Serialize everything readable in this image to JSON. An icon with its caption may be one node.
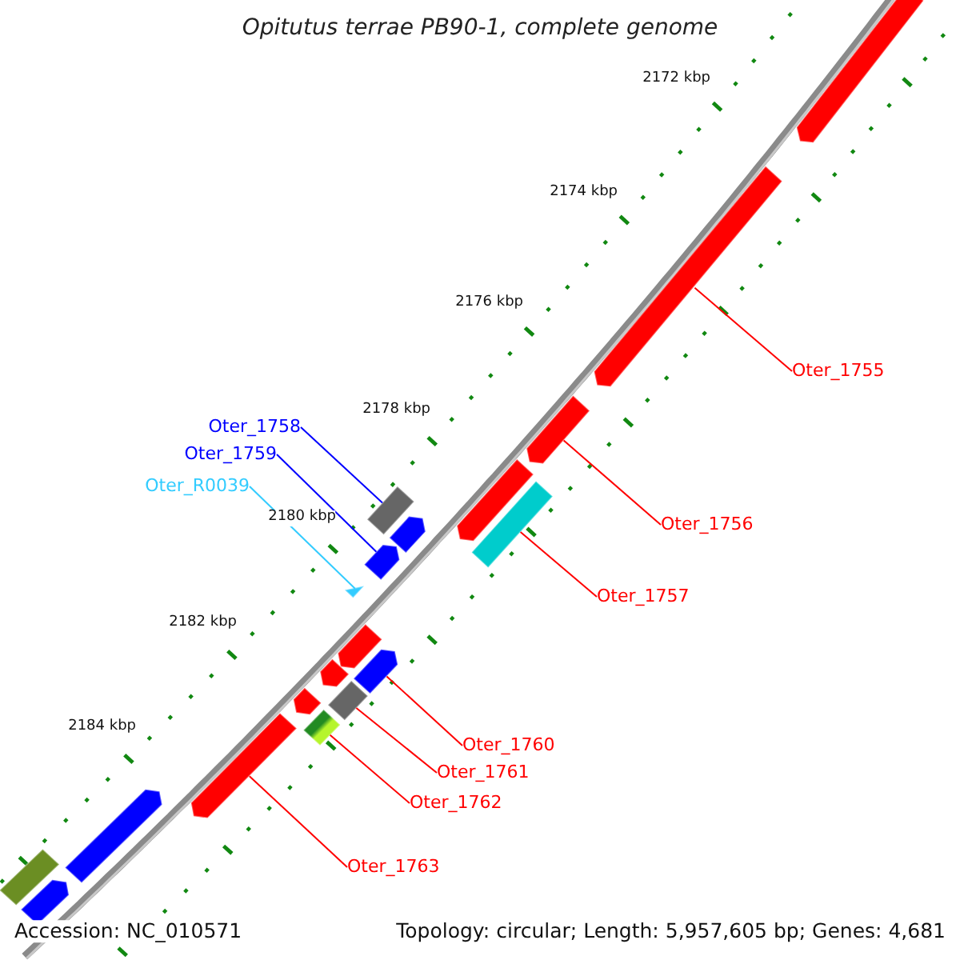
{
  "diagram": {
    "title": "Opitutus terrae PB90-1, complete genome",
    "nodes": [
      {
        "text": [],
        "shape": "bar"
      },
      {
        "text": [
          "Oter_1755"
        ]
      },
      {
        "text": [],
        "shape": "bar"
      },
      {
        "text": [],
        "shape": "bar"
      },
      {
        "text": [
          "Oter_1758"
        ]
      },
      {
        "text": [
          "Oter_1759"
        ]
      },
      {
        "text": [
          "Oter_R0039"
        ]
      },
      {
        "text": [],
        "shape": "bar"
      },
      {
        "text": [],
        "shape": "bar"
      },
      {
        "text": [],
        "shape": "bar"
      },
      {
        "text": [],
        "shape": "bar"
      },
      {
        "text": [
          "Oter_1756"
        ]
      },
      {
        "text": [],
        "shape": "bar"
      },
      {
        "text": [],
        "shape": "triangle"
      },
      {
        "text": [
          "Oter_1757"
        ]
      },
      {
        "text": [],
        "shape": "bar"
      },
      {
        "text": [],
        "shape": "bar"
      },
      {
        "text": [],
        "shape": "bar"
      },
      {
        "text": [],
        "shape": "bar"
      },
      {
        "text": [],
        "shape": "bar"
      },
      {
        "text": [],
        "shape": "bar"
      },
      {
        "text": [
          "Oter_1760"
        ]
      },
      {
        "text": [],
        "shape": "bar"
      },
      {
        "text": [
          "Oter_1761"
        ]
      },
      {
        "text": [
          "Oter_1762"
        ]
      },
      {
        "text": [],
        "shape": "bar"
      },
      {
        "text": [
          "Oter_1763"
        ]
      },
      {
        "text": [],
        "shape": "bar"
      },
      {
        "text": [],
        "shape": "bar"
      }
    ],
    "edges": [
      {
        "from": 1,
        "to": 2,
        "arrow": "none"
      },
      {
        "from": 11,
        "to": 3,
        "arrow": "none"
      },
      {
        "from": 14,
        "to": 10,
        "arrow": "none"
      },
      {
        "from": 4,
        "to": 7,
        "arrow": "none",
        "color": "#0000ff"
      },
      {
        "from": 5,
        "to": 12,
        "arrow": "none",
        "color": "#0000ff"
      },
      {
        "from": 6,
        "to": 13,
        "arrow": "none",
        "color": "#33ccff"
      },
      {
        "from": 21,
        "to": 16,
        "arrow": "none"
      },
      {
        "from": 23,
        "to": 18,
        "arrow": "none"
      },
      {
        "from": 24,
        "to": 20,
        "arrow": "none"
      },
      {
        "from": 26,
        "to": 22,
        "arrow": "none"
      }
    ],
    "labels": [
      "2172 kbp",
      "2174 kbp",
      "2176 kbp",
      "2178 kbp",
      "2180 kbp",
      "2182 kbp",
      "2184 kbp",
      "Accession: NC_010571",
      "Topology: circular; Length: 5,957,605 bp; Genes: 4,681"
    ]
  }
}
